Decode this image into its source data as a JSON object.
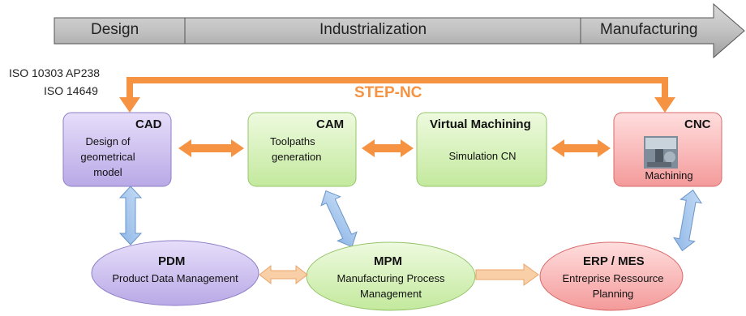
{
  "timeline": {
    "phases": [
      "Design",
      "Industrialization",
      "Manufacturing"
    ]
  },
  "standards": {
    "iso_line1": "ISO 10303 AP238",
    "iso_line2": "ISO 14649",
    "step_nc": "STEP-NC"
  },
  "boxes": {
    "cad": {
      "title": "CAD",
      "desc": [
        "Design of",
        "geometrical",
        "model"
      ]
    },
    "cam": {
      "title": "CAM",
      "desc": [
        "Toolpaths",
        "generation"
      ]
    },
    "vm": {
      "title": "Virtual Machining",
      "desc": [
        "Simulation CN"
      ]
    },
    "cnc": {
      "title": "CNC",
      "desc": [
        "Machining"
      ],
      "image_icon": "cnc-machine-image"
    }
  },
  "ellipses": {
    "pdm": {
      "title": "PDM",
      "desc": [
        "Product Data Management"
      ]
    },
    "mpm": {
      "title": "MPM",
      "desc": [
        "Manufacturing Process",
        "Management"
      ]
    },
    "erp": {
      "title": "ERP / MES",
      "desc": [
        "Entreprise Ressource",
        "Planning"
      ]
    }
  },
  "colors": {
    "orange_arrow": "#f59342",
    "light_orange_arrow": "#f9cfa8",
    "blue_arrow": "#9ec3ec",
    "cad_fill": "#d7cdf0",
    "cam_fill": "#dff5c5",
    "cnc_fill": "#fbc3c3"
  }
}
